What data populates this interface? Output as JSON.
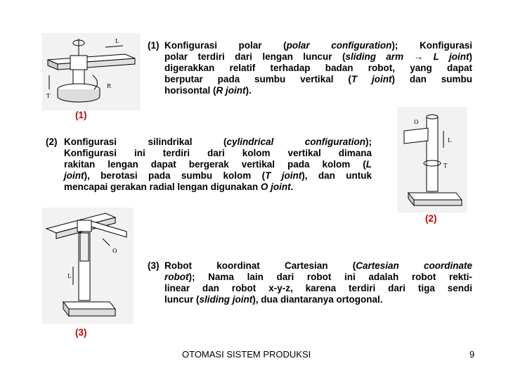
{
  "paragraphs": [
    {
      "number": "(1)",
      "lines": [
        [
          "Konfigurasi polar (",
          {
            "i": "polar configuration"
          },
          "); Konfigurasi"
        ],
        [
          "polar terdiri dari lengan luncur (",
          {
            "i": "sliding arm → L joint"
          },
          ")"
        ],
        [
          "digerakkan relatif terhadap badan robot, yang dapat"
        ],
        [
          "berputar pada sumbu vertikal (",
          {
            "i": "T joint"
          },
          ") dan sumbu"
        ],
        [
          "horisontal (",
          {
            "i": "R joint"
          },
          ")."
        ]
      ]
    },
    {
      "number": "(2)",
      "lines": [
        [
          "Konfigurasi silindrikal (",
          {
            "i": "cylindrical configuration"
          },
          ");"
        ],
        [
          "Konfigurasi ini terdiri dari kolom vertikal dimana"
        ],
        [
          "rakitan lengan dapat bergerak vertikal pada kolom (",
          {
            "i": "L"
          }
        ],
        [
          {
            "i": "joint"
          },
          "), berotasi pada sumbu kolom (",
          {
            "i": "T joint"
          },
          "), dan untuk"
        ],
        [
          "mencapai gerakan radial lengan digunakan ",
          {
            "i": "O joint"
          },
          "."
        ]
      ]
    },
    {
      "number": "(3)",
      "lines": [
        [
          "Robot koordinat Cartesian (",
          {
            "i": "Cartesian coordinate"
          }
        ],
        [
          {
            "i": "robot"
          },
          "); Nama lain dari robot ini adalah robot rekti-"
        ],
        [
          "linear dan robot x-y-z, karena terdiri dari tiga sendi"
        ],
        [
          "luncur (",
          {
            "i": "sliding joint"
          },
          "), dua diantaranya ortogonal."
        ]
      ]
    }
  ],
  "captions": {
    "fig1": "(1)",
    "fig2": "(2)",
    "fig3": "(3)"
  },
  "figure_labels": {
    "fig1": [
      "L",
      "R",
      "T"
    ],
    "fig2": [
      "O",
      "L",
      "T"
    ],
    "fig3": [
      "O",
      "L"
    ]
  },
  "footer": {
    "title": "OTOMASI SISTEM PRODUKSI",
    "page_number": "9"
  },
  "colors": {
    "caption": "#c00000",
    "figure_bg": "#f2f2f2"
  }
}
